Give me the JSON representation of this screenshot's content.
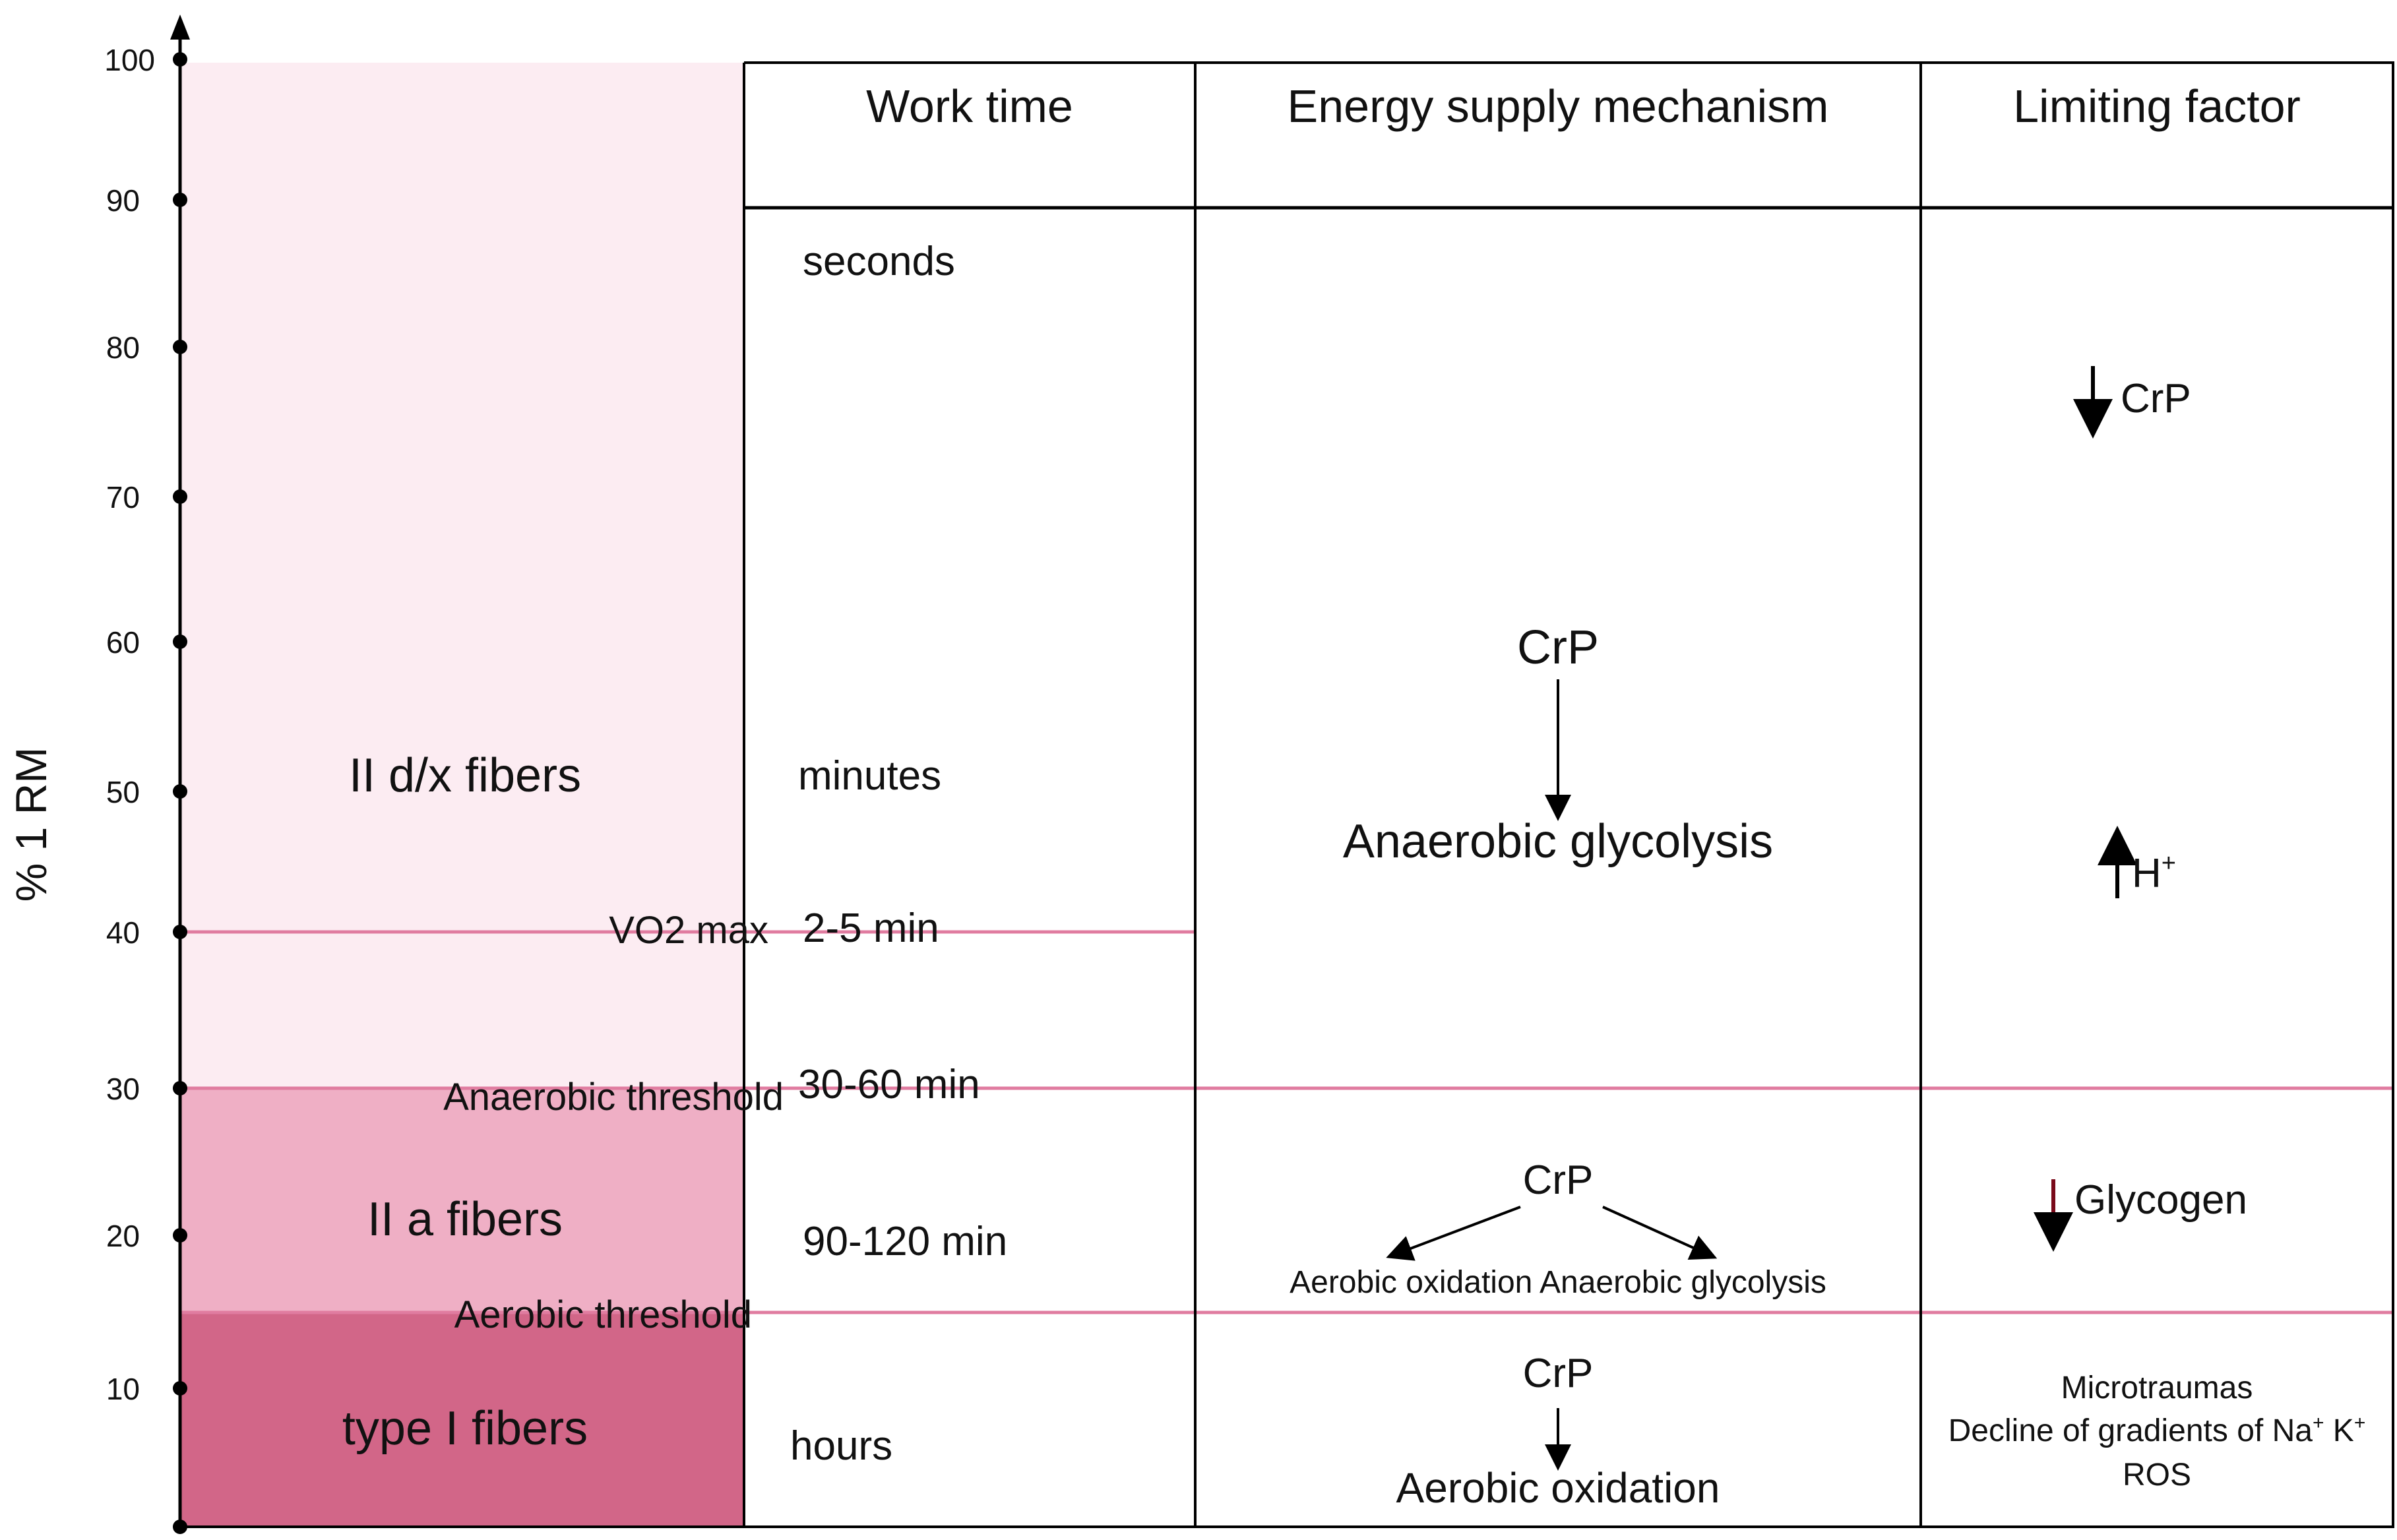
{
  "axis": {
    "label": "% 1 RM",
    "ticks": [
      "100",
      "90",
      "80",
      "70",
      "60",
      "50",
      "40",
      "30",
      "20",
      "10"
    ]
  },
  "fibers": [
    {
      "label": "II d/x fibers",
      "from": 30,
      "to": 100
    },
    {
      "label": "II a fibers",
      "from": 15,
      "to": 30
    },
    {
      "label": "type I fibers",
      "from": 0,
      "to": 15
    }
  ],
  "thresholds": [
    {
      "label": "VO2 max",
      "value": 40
    },
    {
      "label": "Anaerobic threshold",
      "value": 30
    },
    {
      "label": "Aerobic threshold",
      "value": 15
    }
  ],
  "headers": {
    "work_time": "Work time",
    "energy": "Energy supply mechanism",
    "limiting": "Limiting factor"
  },
  "work_time": {
    "seconds": "seconds",
    "minutes": "minutes",
    "t_2_5": "2-5 min",
    "t_30_60": "30-60 min",
    "t_90_120": "90-120 min",
    "hours": "hours"
  },
  "energy": {
    "top_source": "CrP",
    "top_target": "Anaerobic glycolysis",
    "mid_source": "CrP",
    "mid_targets": "Aerobic oxidation Anaerobic glycolysis",
    "bottom_source": "CrP",
    "bottom_target": "Aerobic oxidation"
  },
  "limiting": {
    "crp": "CrP",
    "h": "H",
    "h_sup": "+",
    "glycogen": "Glycogen",
    "micro": "Microtraumas",
    "decline": "Decline of gradients of Na",
    "decline_sup1": "+",
    "decline_k": " K",
    "decline_sup2": "+",
    "ros": "ROS"
  },
  "colors": {
    "dx_fill": "#fcecf2",
    "a_fill": "#efafc5",
    "type1_fill": "#d26688",
    "threshold_line": "#e07ca0",
    "grid": "#000000"
  }
}
